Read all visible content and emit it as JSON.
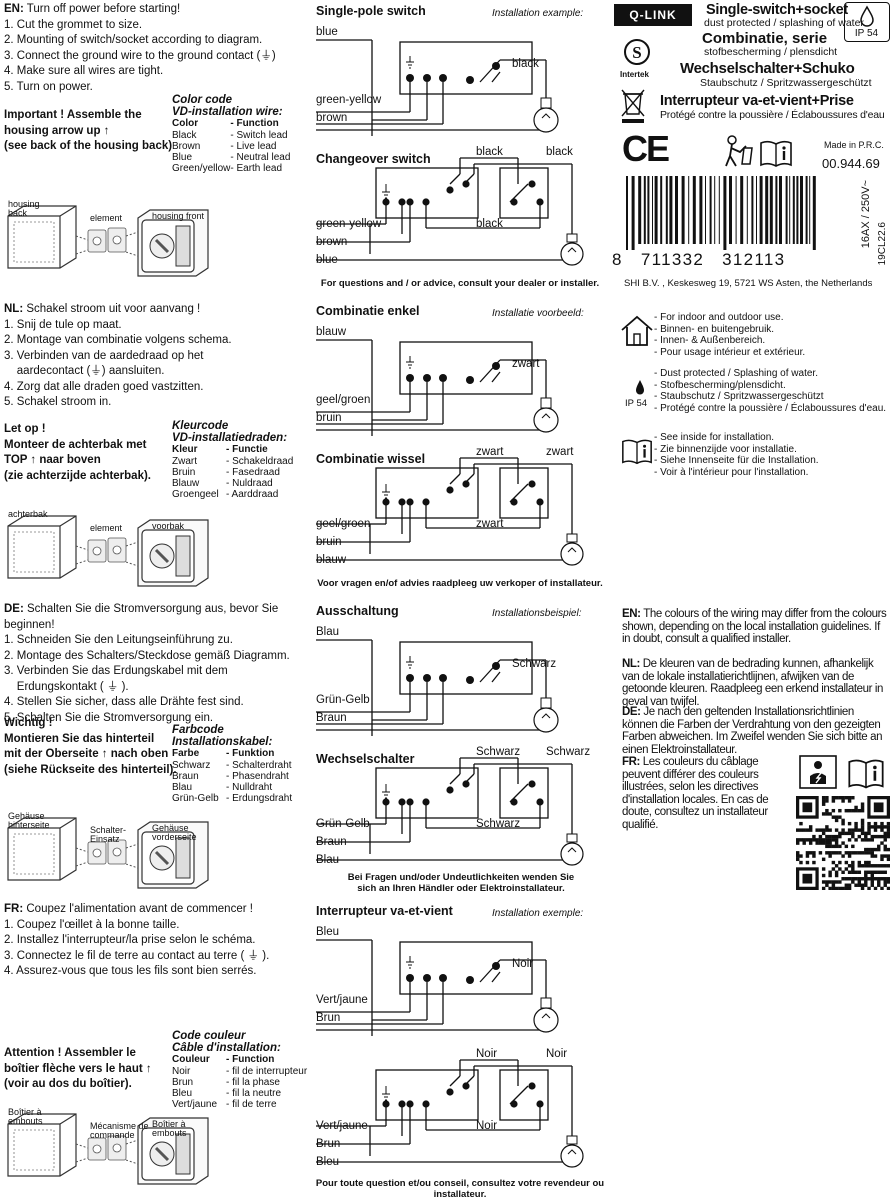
{
  "en": {
    "head_code": "EN:",
    "head_text": " Turn off power before starting!",
    "steps": [
      "1. Cut the grommet to size.",
      "2. Mounting of switch/socket according to diagram.",
      "3. Connect the ground wire to the ground contact (⏚)",
      "4. Make sure all wires are tight.",
      "5. Turn on power."
    ],
    "important": [
      "Important ! Assemble the",
      "housing arrow up ↑",
      "(see back of the housing back)"
    ],
    "cc_title": "Color code",
    "cc_sub": "VD-installation wire:",
    "cc_head": [
      "Color",
      "- Function"
    ],
    "cc_rows": [
      [
        "Black",
        "- Switch lead"
      ],
      [
        "Brown",
        "- Live lead"
      ],
      [
        "Blue",
        "- Neutral lead"
      ],
      [
        "Green/yellow",
        "- Earth lead"
      ]
    ],
    "hs_labels": [
      "housing back",
      "element",
      "housing front"
    ],
    "d1_title": "Single-pole switch",
    "d1_example": "Installation example:",
    "d1_wires": [
      "blue",
      "green-yellow",
      "brown",
      "black"
    ],
    "d2_title": "Changeover switch",
    "d2_wires": [
      "green-yellow",
      "brown",
      "blue",
      "black",
      "black",
      "black"
    ],
    "note": "For questions and / or advice, consult your dealer or installer."
  },
  "nl": {
    "head_code": "NL:",
    "head_text": " Schakel stroom uit voor aanvang !",
    "steps": [
      "1. Snij de tule op maat.",
      "2. Montage van combinatie volgens schema.",
      "3. Verbinden van de aardedraad op het",
      "    aardecontact (⏚) aansluiten.",
      "4. Zorg dat alle draden goed vastzitten.",
      "5. Schakel stroom in."
    ],
    "important": [
      "Let op !",
      "Monteer de achterbak met",
      "TOP ↑ naar boven",
      "(zie achterzijde achterbak)."
    ],
    "cc_title": "Kleurcode",
    "cc_sub": "VD-installatiedraden:",
    "cc_head": [
      "Kleur",
      "- Functie"
    ],
    "cc_rows": [
      [
        "Zwart",
        "- Schakeldraad"
      ],
      [
        "Bruin",
        "- Fasedraad"
      ],
      [
        "Blauw",
        "- Nuldraad"
      ],
      [
        "Groengeel",
        "- Aarddraad"
      ]
    ],
    "hs_labels": [
      "achterbak",
      "element",
      "voorbak"
    ],
    "d1_title": "Combinatie enkel",
    "d1_example": "Installatie voorbeeld:",
    "d1_wires": [
      "blauw",
      "geel/groen",
      "bruin",
      "zwart"
    ],
    "d2_title": "Combinatie wissel",
    "d2_wires": [
      "geel/groen",
      "bruin",
      "blauw",
      "zwart",
      "zwart",
      "zwart"
    ],
    "note": "Voor vragen en/of advies raadpleeg uw verkoper of installateur."
  },
  "de": {
    "head_code": "DE:",
    "head_text": " Schalten Sie die Stromversorgung aus, bevor Sie beginnen!",
    "steps": [
      "1. Schneiden Sie den Leitungseinführung zu.",
      "2. Montage des Schalters/Steckdose gemäß Diagramm.",
      "3. Verbinden Sie das Erdungskabel mit dem",
      "    Erdungskontakt ( ⏚ ).",
      "4. Stellen Sie sicher, dass alle Drähte fest sind.",
      "5. Schalten Sie die Stromversorgung ein."
    ],
    "important": [
      "Wichtig !",
      "Montieren Sie das hinterteil",
      "mit der Oberseite ↑ nach oben",
      "(siehe Rückseite des hinterteil)."
    ],
    "cc_title": "Farbcode",
    "cc_sub": "Installationskabel:",
    "cc_head": [
      "Farbe",
      "- Funktion"
    ],
    "cc_rows": [
      [
        "Schwarz",
        "- Schalterdraht"
      ],
      [
        "Braun",
        "- Phasendraht"
      ],
      [
        "Blau",
        "- Nulldraht"
      ],
      [
        "Grün-Gelb",
        "- Erdungsdraht"
      ]
    ],
    "hs_labels": [
      "Gehäuse hinterseite",
      "Schalter-Einsatz",
      "Gehäuse vorderseite"
    ],
    "d1_title": "Ausschaltung",
    "d1_example": "Installationsbeispiel:",
    "d1_wires": [
      "Blau",
      "Grün-Gelb",
      "Braun",
      "Schwarz"
    ],
    "d2_title": "Wechselschalter",
    "d2_wires": [
      "Grün-Gelb",
      "Braun",
      "Blau",
      "Schwarz",
      "Schwarz",
      "Schwarz"
    ],
    "note": "Bei Fragen und/oder Undeutlichkeiten wenden Sie sich an Ihren Händler oder Elektroinstallateur."
  },
  "fr": {
    "head_code": "FR:",
    "head_text": " Coupez l'alimentation avant de commencer !",
    "steps": [
      "1. Coupez l'œillet à la bonne taille.",
      "2. Installez l'interrupteur/la prise selon le schéma.",
      "3. Connectez le fil de terre au contact au terre ( ⏚ ).",
      "4. Assurez-vous que tous les fils sont bien serrés."
    ],
    "important": [
      "Attention ! Assembler le",
      "boîtier flèche vers le haut ↑",
      "(voir au dos du boîtier)."
    ],
    "cc_title": "Code couleur",
    "cc_sub": "Câble d'installation:",
    "cc_head": [
      "Couleur",
      "- Function"
    ],
    "cc_rows": [
      [
        "Noir",
        "- fil de interrupteur"
      ],
      [
        "Brun",
        "- fil la phase"
      ],
      [
        "Bleu",
        "- fil la neutre"
      ],
      [
        "Vert/jaune",
        "- fil de terre"
      ]
    ],
    "hs_labels": [
      "Boîtier à embouts",
      "Mécanisme de commande",
      "Boîtier à embouts"
    ],
    "d1_title": "Interrupteur va-et-vient",
    "d1_example": "Installation exemple:",
    "d1_wires": [
      "Bleu",
      "Vert/jaune",
      "Brun",
      "Noir"
    ],
    "d2_title": "",
    "d2_wires": [
      "Vert/jaune",
      "Brun",
      "Bleu",
      "Noir",
      "Noir",
      "Noir"
    ],
    "note": "Pour toute question et/ou conseil, consultez votre revendeur ou installateur."
  },
  "product": {
    "brand": "Q-LINK",
    "title": "Single-switch+socket",
    "title_sub": "dust protected / splashing of water",
    "nl_title": "Combinatie, serie",
    "nl_sub": "stofbescherming / plensdicht",
    "de_title": "Wechselschalter+Schuko",
    "de_sub": "Staubschutz / Spritzwassergeschützt",
    "fr_title": "Interrupteur va-et-vient+Prise",
    "fr_sub": "Protégé contre la poussière / Éclaboussures d'eau",
    "ip_rating": "IP 54",
    "intertek": "Intertek",
    "ce": "CE",
    "made_in": "Made in P.R.C.",
    "article": "00.944.69",
    "barcode_number": "8   711332   312113",
    "rating": "16AX / 250V~",
    "code": "19CL22.6",
    "company": "SHI B.V. , Keskesweg 19, 5721 WS  Asten, the Netherlands"
  },
  "features": {
    "indoor": [
      "- For indoor and outdoor use.",
      "- Binnen- en buitengebruik.",
      "- Innen- & Außenbereich.",
      "- Pour usage intérieur et extérieur."
    ],
    "ip": [
      "- Dust protected / Splashing of water.",
      "- Stofbescherming/plensdicht.",
      "- Staubschutz / Spritzwassergeschützt",
      "- Protégé contre la poussière / Éclaboussures d'eau."
    ],
    "ip_label": "IP 54",
    "inside": [
      "- See inside for installation.",
      "- Zie binnenzijde voor installatie.",
      "- Siehe Innenseite für die Installation.",
      "- Voir à l'intérieur pour l'installation."
    ]
  },
  "warnings": [
    {
      "code": "EN:",
      "text": " The colours of the wiring may differ from the colours shown, depending on the local installation guidelines. If in doubt, consult a qualified installer."
    },
    {
      "code": "NL:",
      "text": " De kleuren van de bedrading kunnen, afhankelijk van de lokale installatierichtlijnen, afwijken van de getoonde kleuren. Raadpleeg een erkend installateur in geval van twijfel."
    },
    {
      "code": "DE:",
      "text": " Je nach den geltenden Installationsrichtlinien können die Farben der Verdrahtung von den gezeigten Farben abweichen. Im Zweifel wenden Sie sich bitte an einen Elektroinstallateur."
    },
    {
      "code": "FR:",
      "text": " Les couleurs du câblage peuvent différer des couleurs illustrées, selon les directives d'installation locales. En cas de doute, consultez un installateur qualifié."
    }
  ]
}
